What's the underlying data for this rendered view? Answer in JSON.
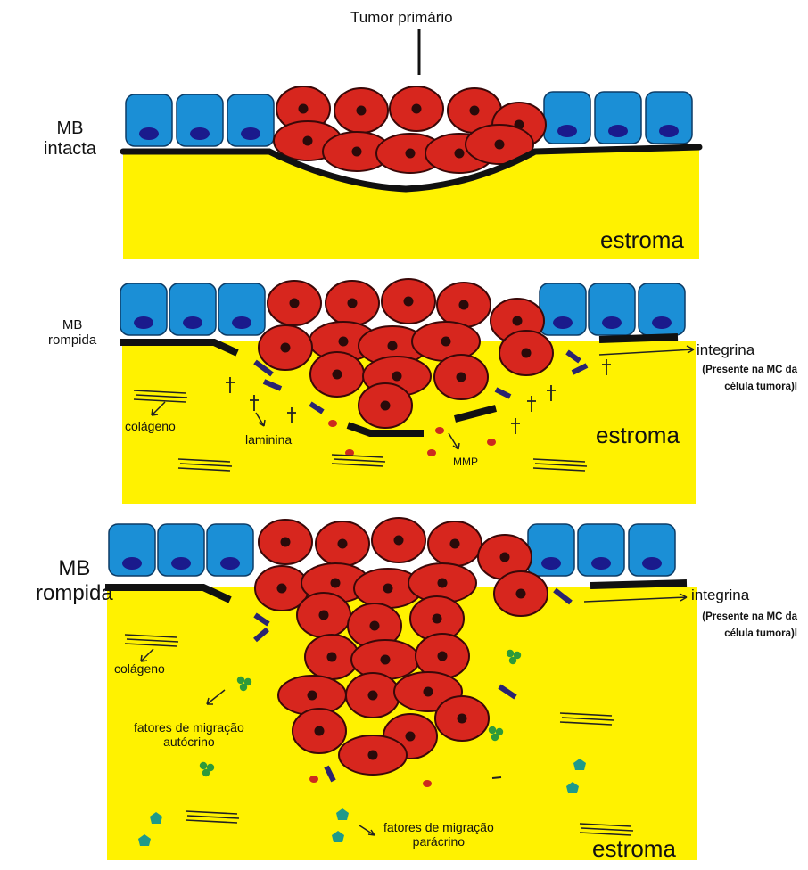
{
  "title": "Tumor primário",
  "panels": [
    {
      "mb_label_line1": "MB",
      "mb_label_line2": "intacta",
      "estroma": "estroma"
    },
    {
      "mb_label_line1": "MB",
      "mb_label_line2": "rompida",
      "estroma": "estroma",
      "colageno": "colágeno",
      "laminina": "laminina",
      "mmp": "MMP",
      "integrina": "integrina",
      "integrina_note_line1": "(Presente na MC da",
      "integrina_note_line2": "célula tumora)l"
    },
    {
      "mb_label_line1": "MB",
      "mb_label_line2": "rompida",
      "estroma": "estroma",
      "colageno": "colágeno",
      "integrina": "integrina",
      "integrina_note_line1": "(Presente na MC da",
      "integrina_note_line2": "célula tumora)l",
      "autocrine_line1": "fatores de migração",
      "autocrine_line2": "autócrino",
      "paracrine_line1": "fatores de migração",
      "paracrine_line2": "parácrino"
    }
  ],
  "colors": {
    "stroma": "#fff200",
    "epithelial_cell": "#1b8fd6",
    "epithelial_nucleus": "#1a1a8c",
    "tumor_cell": "#d7261e",
    "tumor_nucleus": "#2a0a0a",
    "basement_membrane": "#111111",
    "integrin": "#2a2470",
    "mmp": "#cc2a1e",
    "autocrine_factor": "#2e9a3a",
    "paracrine_factor": "#1f9a8a"
  }
}
